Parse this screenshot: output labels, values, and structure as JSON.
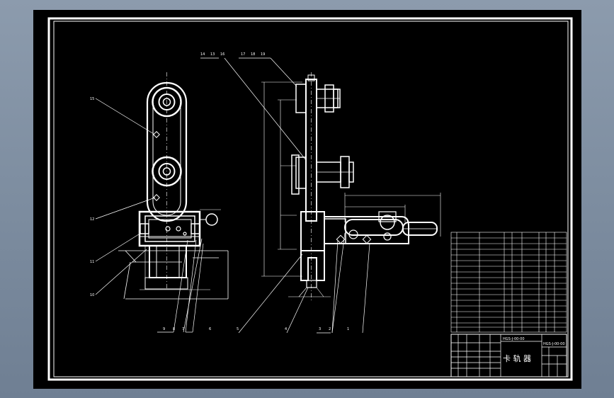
{
  "callouts_left": {
    "c15": "15",
    "c12": "12",
    "c11": "11",
    "c10": "10",
    "b9": "9",
    "b8": "8",
    "b7": "7",
    "b6": "6"
  },
  "callouts_right": {
    "t14": "14",
    "t13": "13",
    "t16": "16",
    "t17": "17",
    "t18": "18",
    "t19": "19",
    "b5": "5",
    "b4": "4",
    "b3": "3",
    "b2": "2",
    "b1": "1"
  },
  "title_block": {
    "drawing_name": "卡 轨 器",
    "drawing_number": "HGS-J-00-00"
  },
  "colors": {
    "sheet": "#000000",
    "linework": "#ffffff",
    "background": "#7d8da0"
  }
}
